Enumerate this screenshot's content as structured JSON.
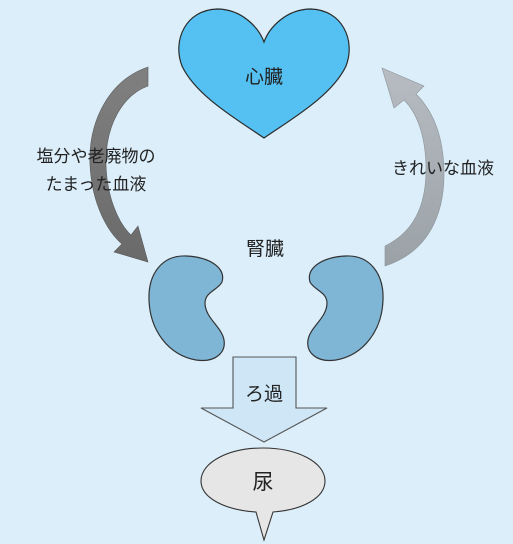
{
  "diagram": {
    "heart": {
      "label": "心臓",
      "color": "#55c1f2"
    },
    "kidneys": {
      "label": "腎臓",
      "color": "#7fb6d6"
    },
    "left_flow": {
      "line1": "塩分や老廃物の",
      "line2": "たまった血液",
      "arrow_color": "#6f6f6f"
    },
    "right_flow": {
      "label": "きれいな血液",
      "arrow_color": "#a9b0b6"
    },
    "filter": {
      "label": "ろ過",
      "arrow_color": "#cfe6f7"
    },
    "urine": {
      "label": "尿",
      "color": "#e6e6e6"
    }
  }
}
